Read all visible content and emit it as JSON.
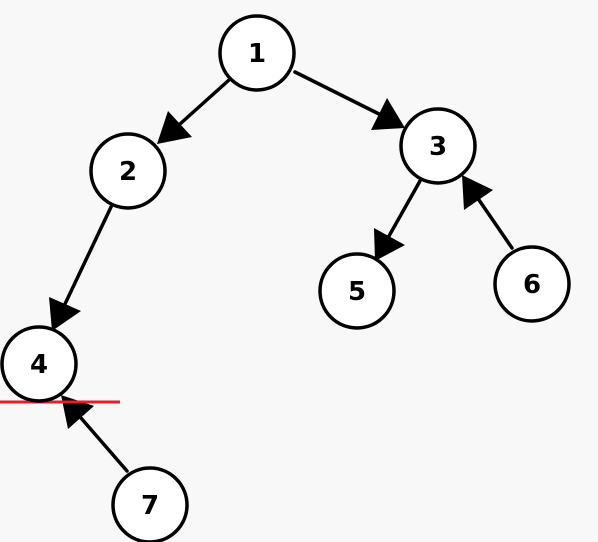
{
  "graph": {
    "nodes": [
      {
        "id": "1",
        "label": "1"
      },
      {
        "id": "2",
        "label": "2"
      },
      {
        "id": "3",
        "label": "3"
      },
      {
        "id": "4",
        "label": "4"
      },
      {
        "id": "5",
        "label": "5"
      },
      {
        "id": "6",
        "label": "6"
      },
      {
        "id": "7",
        "label": "7"
      }
    ],
    "edges": [
      {
        "from": "1",
        "to": "2"
      },
      {
        "from": "1",
        "to": "3"
      },
      {
        "from": "2",
        "to": "4"
      },
      {
        "from": "3",
        "to": "5"
      },
      {
        "from": "6",
        "to": "3"
      },
      {
        "from": "7",
        "to": "4"
      }
    ]
  },
  "colors": {
    "background": "#f8f8f8",
    "node_fill": "#ffffff",
    "stroke": "#000000",
    "marker_line": "#e0202a"
  }
}
